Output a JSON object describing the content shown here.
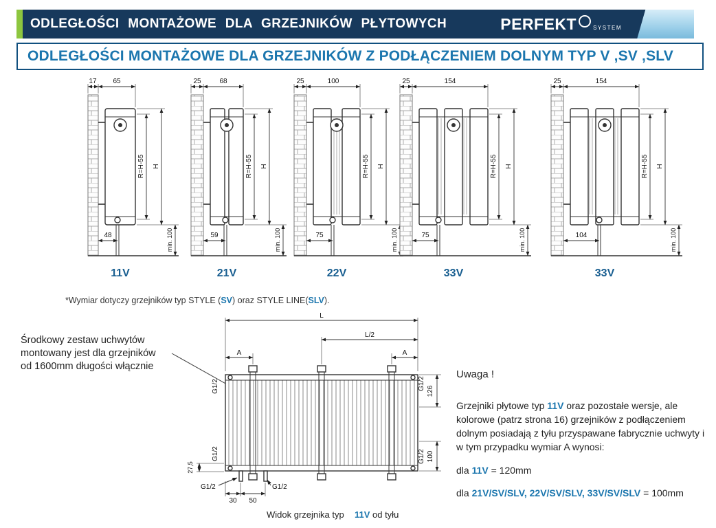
{
  "colors": {
    "header_bg": "#17395c",
    "accent_green": "#8dc63f",
    "accent_light_blue": "#9fd1ea",
    "heading_blue": "#1b76ae",
    "type_label_blue": "#185e90"
  },
  "header": {
    "title": "ODLEGŁOŚCI MONTAŻOWE DLA GRZEJNIKÓW PŁYTOWYCH",
    "brand": "PERFEKT",
    "brand_sub": "SYSTEM"
  },
  "subheader": {
    "title": "ODLEGŁOŚCI MONTAŻOWE DLA GRZEJNIKÓW Z PODŁĄCZENIEM DOLNYM TYP V ,SV ,SLV"
  },
  "diagrams": [
    {
      "label": "11V",
      "wall_offset": "17",
      "depth": "65",
      "r_dim": "R=H-55",
      "h_dim": "H",
      "pipe_dist": "48",
      "min_clearance": "min. 100"
    },
    {
      "label": "21V",
      "wall_offset": "25",
      "depth": "68",
      "r_dim": "R=H-55",
      "h_dim": "H",
      "pipe_dist": "59",
      "min_clearance": "min. 100"
    },
    {
      "label": "22V",
      "wall_offset": "25",
      "depth": "100",
      "r_dim": "R=H-55",
      "h_dim": "H",
      "pipe_dist": "75",
      "min_clearance": "min. 100"
    },
    {
      "label": "33V",
      "wall_offset": "25",
      "depth": "154",
      "r_dim": "R=H-55",
      "h_dim": "H",
      "pipe_dist": "75",
      "min_clearance": "min. 100"
    },
    {
      "label": "33V",
      "wall_offset": "25",
      "depth": "154",
      "r_dim": "R=H-55",
      "h_dim": "H",
      "pipe_dist": "104",
      "min_clearance": "min. 100"
    }
  ],
  "note": {
    "part1": "*Wymiar dotyczy grzejników typ STYLE (",
    "sv": "SV",
    "part2": ") oraz STYLE LINE(",
    "slv": "SLV",
    "part3": ")."
  },
  "annotation": "Środkowy zestaw uchwytów montowany jest dla grzejników od 1600mm długości włącznie",
  "rear_view": {
    "dim_length": "L",
    "dim_half_length": "L/2",
    "dim_a_left": "A",
    "dim_a_right": "A",
    "thread_top_left": "G1/2",
    "thread_top_right": "G1/2",
    "thread_bottom_left": "G1/2",
    "thread_bottom_right": "G1/2",
    "thread_conn_left": "G1/2",
    "thread_conn_right": "G1/2",
    "dim_126": "126",
    "dim_100": "100",
    "dim_27_5": "27,5",
    "dim_30": "30",
    "dim_50": "50",
    "caption_prefix": "Widok grzejnika typ",
    "caption_type": "11V",
    "caption_suffix": "od tyłu"
  },
  "info": {
    "heading": "Uwaga !",
    "para_1": "Grzejniki płytowe typ ",
    "para_type": "11V",
    "para_2": " oraz pozostałe wersje, ale kolorowe (patrz strona 16) grzejników z podłączeniem dolnym posiadają z tyłu przyspawane fabrycznie uchwyty i w tym przypadku wymiar A wynosi:",
    "rule1_prefix": "dla ",
    "rule1_type": "11V",
    "rule1_value": " = 120mm",
    "rule2_prefix": "dla ",
    "rule2_types": "21V/SV/SLV, 22V/SV/SLV, 33V/SV/SLV",
    "rule2_value": " = 100mm"
  }
}
